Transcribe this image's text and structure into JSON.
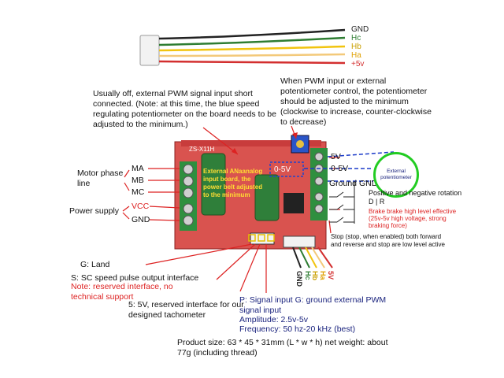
{
  "connector_wires": [
    {
      "label": "GND",
      "color": "#222222"
    },
    {
      "label": "Hc",
      "color": "#2e7d32"
    },
    {
      "label": "Hb",
      "color": "#e6b800"
    },
    {
      "label": "Ha",
      "color": "#e6a800"
    },
    {
      "label": "+5v",
      "color": "#d32f2f"
    }
  ],
  "notes": {
    "pwm_usually_off": "Usually off, external PWM signal input short connected. (Note: at this time, the blue speed regulating potentiometer on the board needs to be adjusted to the minimum.)",
    "pwm_when_input": "When PWM input or external potentiometer control, the potentiometer should be adjusted to the minimum (clockwise to increase, counter-clockwise to decrease)",
    "motor_phase_line": "Motor phase line",
    "power_supply": "Power supply",
    "board_silkscreen": "ZS-X11H",
    "board_overlay": "External ANaanalog input board, the power belt adjusted to the minimum",
    "pot_label": "0-5V",
    "g_land": "G: Land",
    "s_speed_pulse": "S: SC speed pulse output interface",
    "s_reserved_note": "Note: reserved interface, no technical support",
    "five_v_reserved": "5: 5V, reserved interface for our designed tachometer",
    "p_signal": "P: Signal input G: ground external PWM signal input",
    "amplitude": "Amplitude: 2.5v-5v",
    "frequency": "Frequency: 50 hz-20 kHz (best)",
    "product_size": "Product size: 63 * 45 * 31mm (L * w * h) net weight: about 77g (including thread)"
  },
  "left_terminals": [
    "MA",
    "MB",
    "MC",
    "VCC",
    "GND"
  ],
  "right_terminals": {
    "five_v": "5V",
    "zero_five_v": "0-5V",
    "ground": "Ground GND",
    "external_pot": "External potentiometer",
    "direction": "Positive and negative rotation D | R",
    "brake": "Brake brake high level effective (25v-5v high voltage, strong braking force)",
    "stop": "Stop (stop, when enabled) both forward and reverse and stop are low level active"
  },
  "bottom_pins": [
    "GND",
    "Hc",
    "Hb",
    "Ha",
    "5V"
  ]
}
